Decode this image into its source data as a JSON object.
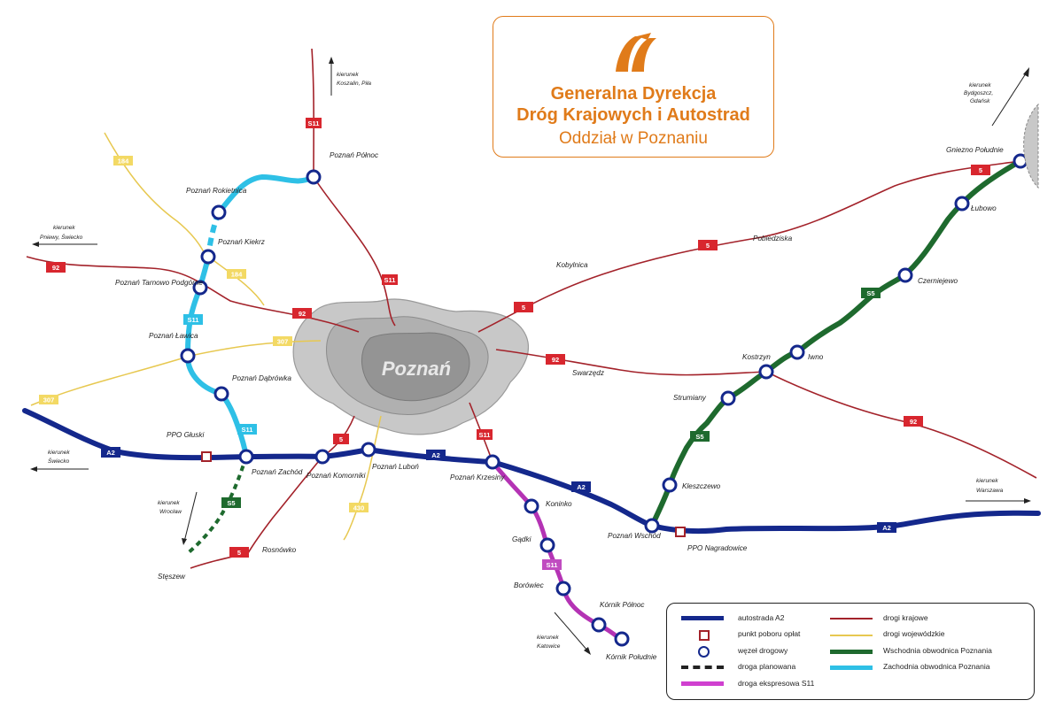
{
  "header": {
    "line1": "Generalna Dyrekcja",
    "line2": "Dróg Krajowych i Autostrad",
    "line3": "Oddział w Poznaniu"
  },
  "colors": {
    "a2": "#14288c",
    "national": "#a3222a",
    "voivodeship": "#e7c850",
    "east_bypass": "#1e6a2e",
    "west_bypass": "#2ec0e6",
    "s11": "#b433b4",
    "brand": "#e07b1a"
  },
  "city": "Poznań",
  "places": {
    "poznan_polnoc": "Poznań Północ",
    "poznan_rokietnica": "Poznań Rokietnica",
    "poznan_kiekrz": "Poznań Kiekrz",
    "poznan_tarnowo": "Poznań Tarnowo Podgórne",
    "poznan_lawica": "Poznań Ławica",
    "poznan_dabrowka": "Poznań Dąbrówka",
    "ppo_goluski": "PPO Głuski",
    "poznan_zachod": "Poznań Zachód",
    "poznan_komorniki": "Poznań Komorniki",
    "poznan_lubon": "Poznań Luboń",
    "poznan_krzesiny": "Poznań Krzesiny",
    "koninko": "Koninko",
    "gadki": "Gądki",
    "borowiec": "Borówiec",
    "kornik_polnoc": "Kórnik Północ",
    "kornik_poludnie": "Kórnik Południe",
    "poznan_wschod": "Poznań Wschód",
    "ppo_nagradowice": "PPO Nagradowice",
    "kleszczewo": "Kleszczewo",
    "strumiany": "Strumiany",
    "kostrzyn": "Kostrzyn",
    "iwno": "Iwno",
    "czerniejewo": "Czerniejewo",
    "lubowo": "Łubowo",
    "gniezno_poludnie": "Gniezno Południe",
    "pobiedziska": "Pobiedziska",
    "kobylnica": "Kobylnica",
    "swarzedz": "Swarzędz",
    "rosnowko": "Rosnówko",
    "stezew": "Stęszew"
  },
  "directions": {
    "koszalin": [
      "kierunek",
      "Koszalin, Piła"
    ],
    "bydgoszcz": [
      "kierunek",
      "Bydgoszcz,",
      "Gdańsk"
    ],
    "pniewy": [
      "kierunek",
      "Pniewy, Świecko"
    ],
    "swiecko": [
      "kierunek",
      "Świecko"
    ],
    "wroclaw": [
      "kierunek",
      "Wrocław"
    ],
    "katowice": [
      "kierunek",
      "Katowice"
    ],
    "warszawa": [
      "kierunek",
      "Warszawa"
    ]
  },
  "shields": {
    "s11": "S11",
    "s5": "5",
    "n92": "92",
    "v184": "184",
    "v307": "307",
    "v430": "430",
    "s5e": "S5",
    "a2": "A2"
  },
  "legend": [
    {
      "label": "autostrada A2",
      "symbol": "a2-line"
    },
    {
      "label": "punkt poboru opłat",
      "symbol": "toll-square"
    },
    {
      "label": "węzeł drogowy",
      "symbol": "junction-circle"
    },
    {
      "label": "droga planowana",
      "symbol": "planned-dashed"
    },
    {
      "label": "droga ekspresowa S11",
      "symbol": "s11-line"
    },
    {
      "label": "drogi krajowe",
      "symbol": "national-line"
    },
    {
      "label": "drogi wojewódzkie",
      "symbol": "voivodeship-line"
    },
    {
      "label": "Wschodnia obwodnica Poznania",
      "symbol": "east-bypass-line"
    },
    {
      "label": "Zachodnia obwodnica Poznania",
      "symbol": "west-bypass-line"
    }
  ]
}
